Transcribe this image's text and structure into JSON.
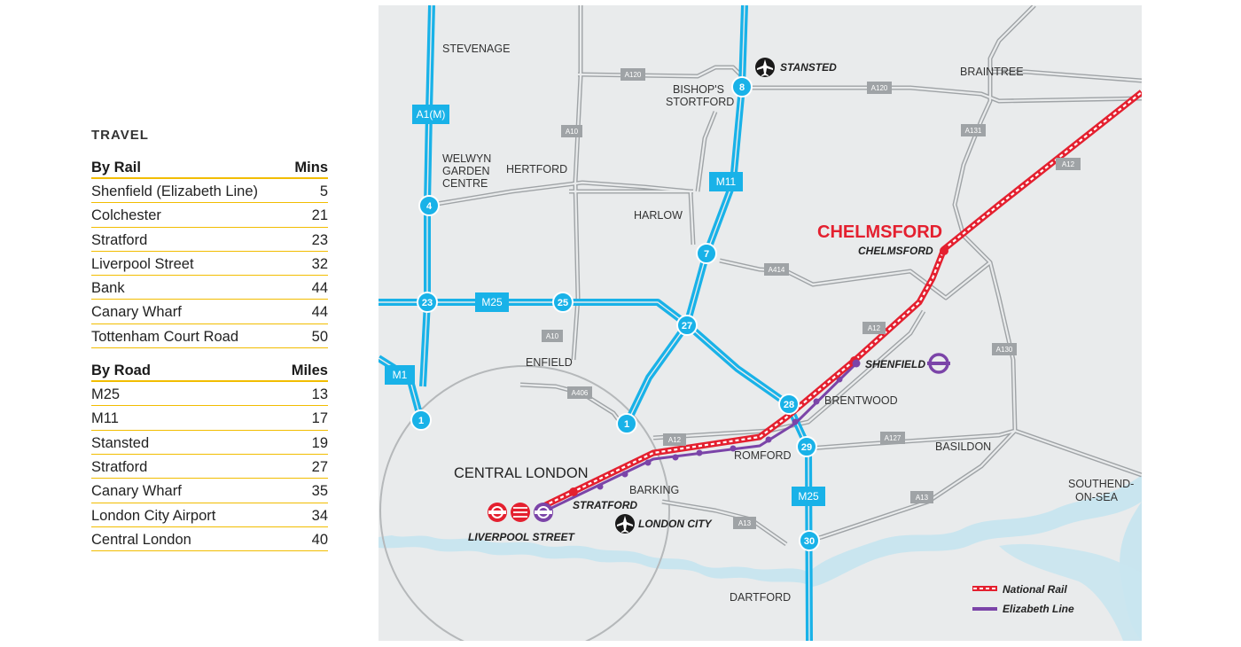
{
  "travel": {
    "title": "TRAVEL",
    "rail": {
      "heading": "By Rail",
      "unit": "Mins",
      "rows": [
        {
          "name": "Shenfield (Elizabeth Line)",
          "value": "5"
        },
        {
          "name": "Colchester",
          "value": "21"
        },
        {
          "name": "Stratford",
          "value": "23"
        },
        {
          "name": "Liverpool Street",
          "value": "32"
        },
        {
          "name": "Bank",
          "value": "44"
        },
        {
          "name": "Canary Wharf",
          "value": "44"
        },
        {
          "name": "Tottenham Court Road",
          "value": "50"
        }
      ]
    },
    "road": {
      "heading": "By Road",
      "unit": "Miles",
      "rows": [
        {
          "name": "M25",
          "value": "13"
        },
        {
          "name": "M11",
          "value": "17"
        },
        {
          "name": "Stansted",
          "value": "19"
        },
        {
          "name": "Stratford",
          "value": "27"
        },
        {
          "name": "Canary Wharf",
          "value": "35"
        },
        {
          "name": "London City Airport",
          "value": "34"
        },
        {
          "name": "Central London",
          "value": "40"
        }
      ]
    }
  },
  "map": {
    "colors": {
      "land": "#e9ebec",
      "water": "#c9e5ef",
      "motorway": "#19b2e8",
      "a_road": "#9fa3a6",
      "national_rail": "#e4202f",
      "elizabeth_line": "#7b44a8",
      "highlight": "#e4202f"
    },
    "places": {
      "stevenage": "STEVENAGE",
      "welwyn1": "WELWYN",
      "welwyn2": "GARDEN",
      "welwyn3": "CENTRE",
      "hertford": "HERTFORD",
      "bishops1": "BISHOP'S",
      "bishops2": "STORTFORD",
      "braintree": "BRAINTREE",
      "harlow": "HARLOW",
      "chelmsford_big": "CHELMSFORD",
      "enfield": "ENFIELD",
      "brentwood": "BRENTWOOD",
      "basildon": "BASILDON",
      "romford": "ROMFORD",
      "barking": "BARKING",
      "central_london": "CENTRAL LONDON",
      "southend1": "SOUTHEND-",
      "southend2": "ON-SEA",
      "dartford": "DARTFORD"
    },
    "stations": {
      "chelmsford": "CHELMSFORD",
      "shenfield": "SHENFIELD",
      "stratford": "STRATFORD",
      "liverpool_street": "LIVERPOOL STREET",
      "stansted": "STANSTED",
      "london_city": "LONDON CITY"
    },
    "motorways": {
      "a1m": "A1(M)",
      "m11": "M11",
      "m25_top": "M25",
      "m1": "M1",
      "m25_bottom": "M25"
    },
    "junctions": {
      "j4": "4",
      "j23": "23",
      "j25": "25",
      "j27": "27",
      "j7": "7",
      "j8": "8",
      "j1a": "1",
      "j1b": "1",
      "j28": "28",
      "j29": "29",
      "j30": "30"
    },
    "a_roads": {
      "a120a": "A120",
      "a120b": "A120",
      "a10a": "A10",
      "a10b": "A10",
      "a131": "A131",
      "a12a": "A12",
      "a12b": "A12",
      "a12c": "A12",
      "a414": "A414",
      "a130": "A130",
      "a406": "A406",
      "a127": "A127",
      "a13a": "A13",
      "a13b": "A13"
    },
    "legend": {
      "national_rail": "National Rail",
      "elizabeth_line": "Elizabeth Line"
    }
  }
}
